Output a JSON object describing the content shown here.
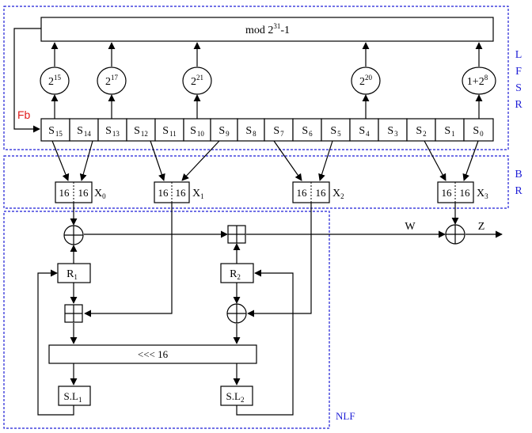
{
  "colors": {
    "line": "#000000",
    "dashed_border": "#1f1fd6",
    "section_label": "#1f1fd6",
    "feedback_label": "#e01b1b",
    "background": "#ffffff"
  },
  "sections": {
    "lfsr": [
      "L",
      "F",
      "S",
      "R"
    ],
    "br": [
      "B",
      "R"
    ],
    "nlf": "NLF"
  },
  "lfsr": {
    "mod_box": {
      "base": "mod 2",
      "exp": "31",
      "tail": "-1"
    },
    "feedback_label": "Fb",
    "multipliers": [
      {
        "base": "2",
        "exp": "15"
      },
      {
        "base": "2",
        "exp": "17"
      },
      {
        "base": "2",
        "exp": "21"
      },
      {
        "base": "2",
        "exp": "20"
      },
      {
        "base": "1+2",
        "exp": "8"
      }
    ],
    "cells": [
      {
        "base": "S",
        "sub": "15"
      },
      {
        "base": "S",
        "sub": "14"
      },
      {
        "base": "S",
        "sub": "13"
      },
      {
        "base": "S",
        "sub": "12"
      },
      {
        "base": "S",
        "sub": "11"
      },
      {
        "base": "S",
        "sub": "10"
      },
      {
        "base": "S",
        "sub": "9"
      },
      {
        "base": "S",
        "sub": "8"
      },
      {
        "base": "S",
        "sub": "7"
      },
      {
        "base": "S",
        "sub": "6"
      },
      {
        "base": "S",
        "sub": "5"
      },
      {
        "base": "S",
        "sub": "4"
      },
      {
        "base": "S",
        "sub": "3"
      },
      {
        "base": "S",
        "sub": "2"
      },
      {
        "base": "S",
        "sub": "1"
      },
      {
        "base": "S",
        "sub": "0"
      }
    ]
  },
  "br": {
    "half_label": "16",
    "words": [
      {
        "base": "X",
        "sub": "0"
      },
      {
        "base": "X",
        "sub": "1"
      },
      {
        "base": "X",
        "sub": "2"
      },
      {
        "base": "X",
        "sub": "3"
      }
    ]
  },
  "nlf": {
    "r1": {
      "base": "R",
      "sub": "1"
    },
    "r2": {
      "base": "R",
      "sub": "2"
    },
    "rotate_label": "<<< 16",
    "sl1": {
      "base": "S.L",
      "sub": "1"
    },
    "sl2": {
      "base": "S.L",
      "sub": "2"
    },
    "w_label": "W",
    "z_label": "Z"
  }
}
